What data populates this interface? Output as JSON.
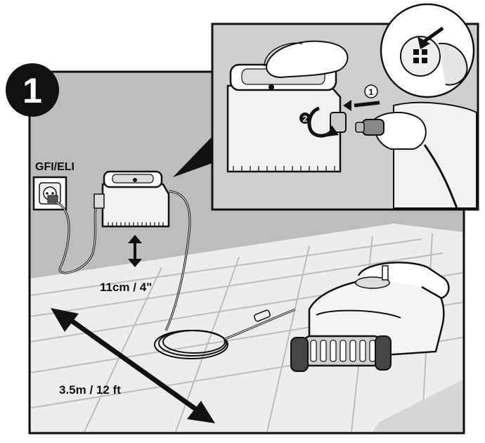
{
  "step": {
    "number": "1"
  },
  "labels": {
    "outlet": "GFI/ELI",
    "height": "11cm / 4\"",
    "distance": "3.5m / 12 ft"
  },
  "inset": {
    "callout_1": "1",
    "callout_2": "2"
  },
  "icons": [
    "power-outlet-icon",
    "power-supply-icon",
    "pool-robot-icon",
    "cable-connector-icon"
  ],
  "colors": {
    "wall": "#bdbdbd",
    "floor": "#e8e8e8",
    "inset_bg": "#cfcfcf",
    "outline": "#111111",
    "arrow": "#111111"
  }
}
